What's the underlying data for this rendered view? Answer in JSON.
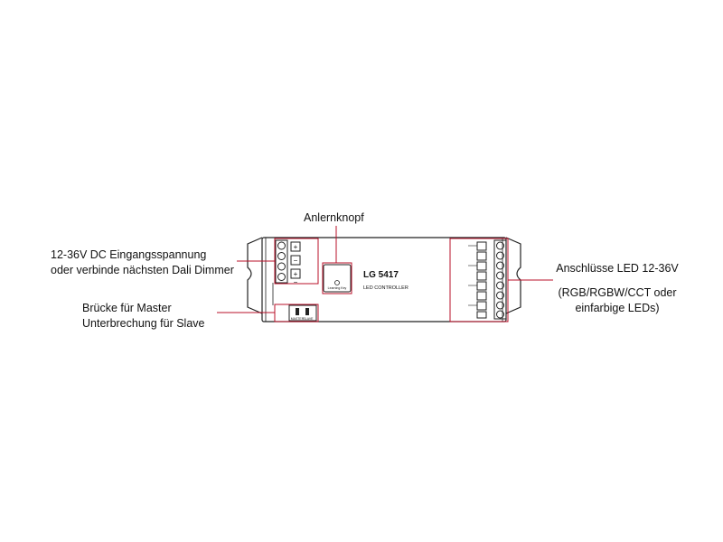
{
  "labels": {
    "learn_button": "Anlernknopf",
    "input_line1": "12-36V DC Eingangsspannung",
    "input_line2": "oder verbinde nächsten Dali Dimmer",
    "bridge_line1": "Brücke für Master",
    "bridge_line2": "Unterbrechung für Slave",
    "output_line1": "Anschlüsse LED 12-36V",
    "output_line2": "(RGB/RGBW/CCT oder",
    "output_line3": "einfarbige LEDs)"
  },
  "device": {
    "model": "LG 5417",
    "subtitle": "LED CONTROLLER",
    "learning_key": "Learning  Key",
    "master": "MASTER",
    "slave": "SLAVE"
  },
  "colors": {
    "leader": "#b8102a",
    "outline": "#222222"
  }
}
